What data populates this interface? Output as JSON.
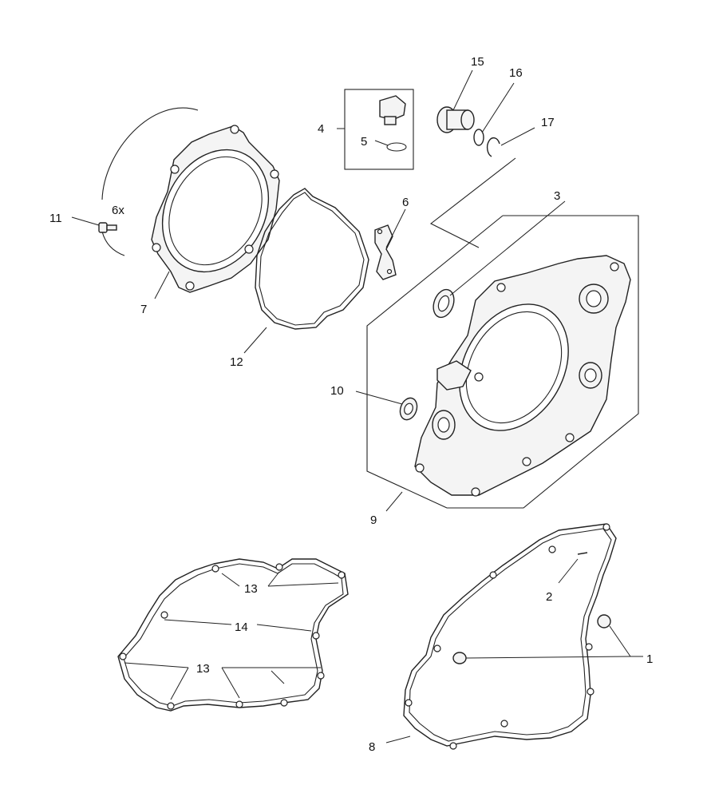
{
  "diagram": {
    "callouts": {
      "p1": "1",
      "p2": "2",
      "p3": "3",
      "p4": "4",
      "p5": "5",
      "p6": "6",
      "p6x": "6x",
      "p7": "7",
      "p8": "8",
      "p9": "9",
      "p10": "10",
      "p11": "11",
      "p12": "12",
      "p13a": "13",
      "p13b": "13",
      "p14": "14",
      "p15": "15",
      "p16": "16",
      "p17": "17"
    }
  }
}
